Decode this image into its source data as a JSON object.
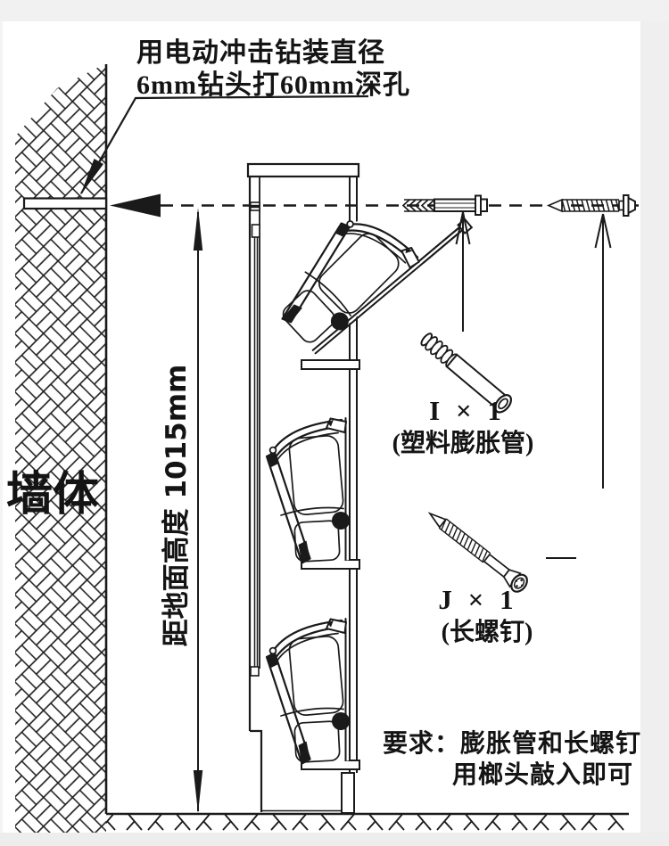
{
  "page": {
    "background": "#ffffff",
    "margin_color": "#f0f0f0",
    "line_color": "#1a1a1a"
  },
  "annotations": {
    "drill_note_line1": "用电动冲击钻装直径",
    "drill_note_line2": "6mm钻头打60mm深孔",
    "wall_label": "墙体",
    "height_dimension_label": "距地面高度 1015mm",
    "requirement_line1": "要求：膨胀管和长螺钉",
    "requirement_line2": "用榔头敲入即可"
  },
  "parts": {
    "expansion_tube": {
      "qty_label": "I × 1",
      "name_label": "(塑料膨胀管)"
    },
    "long_screw": {
      "qty_label": "J × 1",
      "name_label": "(长螺钉)"
    }
  },
  "dimensions": {
    "mount_height": "1015mm",
    "drill_diameter": "6mm",
    "drill_depth": "60mm"
  }
}
